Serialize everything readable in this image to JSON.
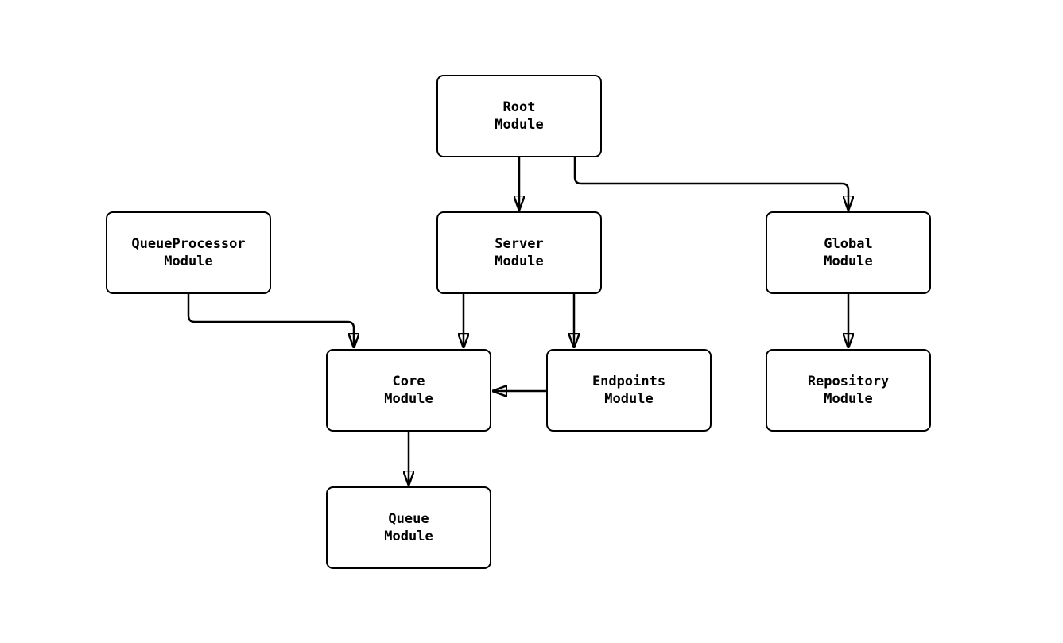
{
  "diagram": {
    "type": "module-dependency-flowchart",
    "nodes": [
      {
        "id": "root",
        "label": "Root\nModule"
      },
      {
        "id": "queueprocessor",
        "label": "QueueProcessor\nModule"
      },
      {
        "id": "server",
        "label": "Server\nModule"
      },
      {
        "id": "global",
        "label": "Global\nModule"
      },
      {
        "id": "core",
        "label": "Core\nModule"
      },
      {
        "id": "endpoints",
        "label": "Endpoints\nModule"
      },
      {
        "id": "repository",
        "label": "Repository\nModule"
      },
      {
        "id": "queue",
        "label": "Queue\nModule"
      }
    ],
    "edges": [
      {
        "from": "Root Module",
        "to": "Server Module"
      },
      {
        "from": "Root Module",
        "to": "Global Module"
      },
      {
        "from": "QueueProcessor Module",
        "to": "Core Module"
      },
      {
        "from": "Server Module",
        "to": "Core Module"
      },
      {
        "from": "Server Module",
        "to": "Endpoints Module"
      },
      {
        "from": "Endpoints Module",
        "to": "Core Module"
      },
      {
        "from": "Global Module",
        "to": "Repository Module"
      },
      {
        "from": "Core Module",
        "to": "Queue Module"
      }
    ],
    "colors": {
      "background": "#ffffff",
      "node_fill": "#ffffff",
      "node_border": "#000000",
      "text": "#000000",
      "edge": "#000000"
    }
  }
}
